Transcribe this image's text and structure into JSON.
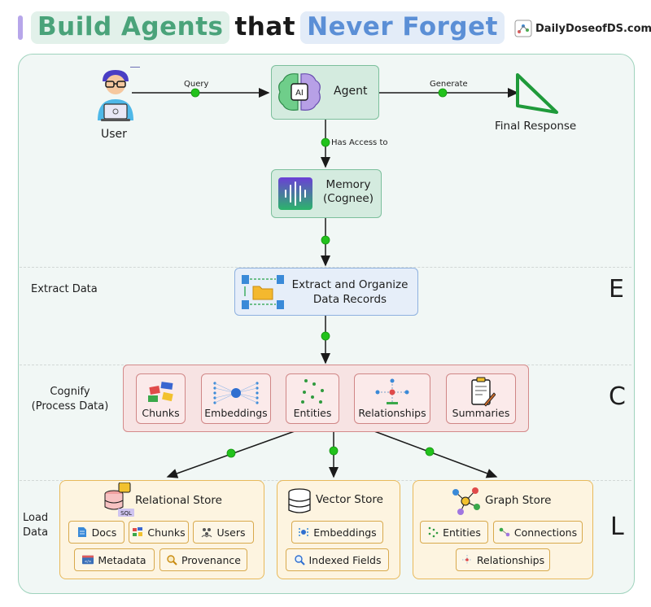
{
  "header": {
    "title_part1": "Build Agents",
    "title_part2": "that",
    "title_part3": "Never Forget",
    "brand": "DailyDoseofDS.com"
  },
  "flow": {
    "user": "User",
    "query": "Query",
    "agent": "Agent",
    "agent_icon_text": "AI",
    "generate": "Generate",
    "final_response": "Final Response",
    "has_access_to": "Has Access to",
    "memory_line1": "Memory",
    "memory_line2": "(Cognee)"
  },
  "extract": {
    "label": "Extract Data",
    "box_line1": "Extract and Organize",
    "box_line2": "Data Records",
    "letter": "E"
  },
  "cognify": {
    "label_line1": "Cognify",
    "label_line2": "(Process Data)",
    "letter": "C",
    "cards": [
      "Chunks",
      "Embeddings",
      "Entities",
      "Relationships",
      "Summaries"
    ]
  },
  "load": {
    "label_line1": "Load",
    "label_line2": "Data",
    "letter": "L",
    "relational": {
      "title": "Relational Store",
      "sql_tag": "SQL",
      "chips": [
        "Docs",
        "Chunks",
        "Users",
        "Metadata",
        "Provenance"
      ]
    },
    "vector": {
      "title": "Vector Store",
      "chips": [
        "Embeddings",
        "Indexed Fields"
      ]
    },
    "graph": {
      "title": "Graph Store",
      "chips": [
        "Entities",
        "Connections",
        "Relationships"
      ]
    }
  },
  "colors": {
    "accent_green_dot": "#22c21c",
    "panel_border": "#9fd3bd",
    "title_green": "#4aa37a",
    "title_blue": "#5b8fd6"
  }
}
